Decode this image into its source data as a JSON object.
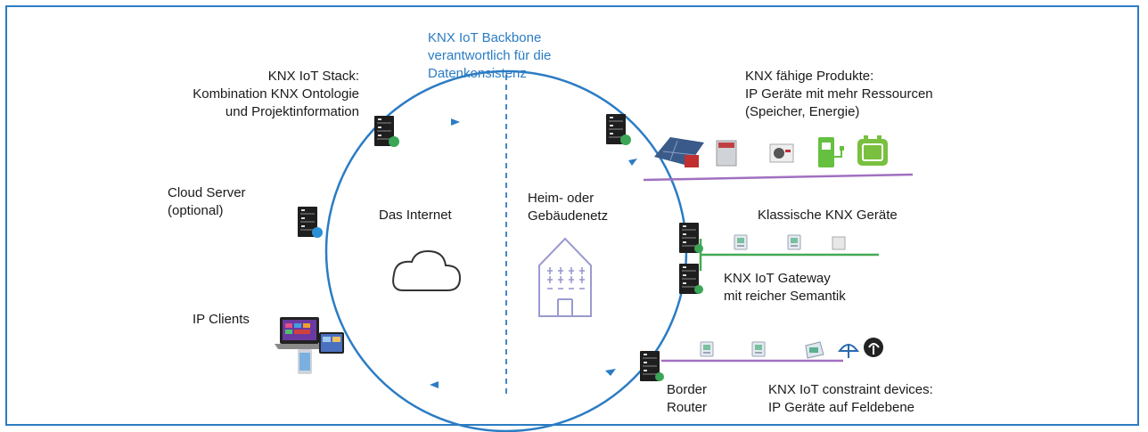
{
  "labels": {
    "backbone": "KNX IoT Backbone\nverantwortlich für die\nDatenkonsistenz",
    "iot_stack": "KNX IoT Stack:\nKombination KNX Ontologie\nund Projektinformation",
    "cloud_server": "Cloud Server\n(optional)",
    "ip_clients": "IP Clients",
    "internet": "Das Internet",
    "home_network": "Heim- oder\nGebäudenetz",
    "knx_products": "KNX fähige Produkte:\nIP Geräte mit mehr Ressourcen\n(Speicher, Energie)",
    "classic_knx": "Klassische KNX Geräte",
    "iot_gateway": "KNX IoT Gateway\nmit reicher Semantik",
    "border_router": "Border\nRouter",
    "constraint_devices": "KNX IoT constraint devices:\nIP Geräte auf Feldebene"
  },
  "colors": {
    "accent_blue": "#2b7cc4",
    "purple_line": "#a070c0",
    "green_line": "#44aa55",
    "server_dark": "#1e1e1e",
    "badge_green": "#3aa656",
    "badge_blue": "#2a8fd4",
    "house_lavender": "#9a9ad0"
  },
  "icons": {
    "server": "server-icon",
    "cloud": "cloud-icon",
    "house": "house-icon",
    "solar": "solar-panel-icon",
    "heat_pump": "heat-pump-icon",
    "charger": "ev-charger-icon",
    "battery": "battery-icon",
    "switch": "knx-switch-icon",
    "sensor": "sensor-icon",
    "laptop": "laptop-icon",
    "tablet": "tablet-icon",
    "phone": "smartphone-icon"
  }
}
